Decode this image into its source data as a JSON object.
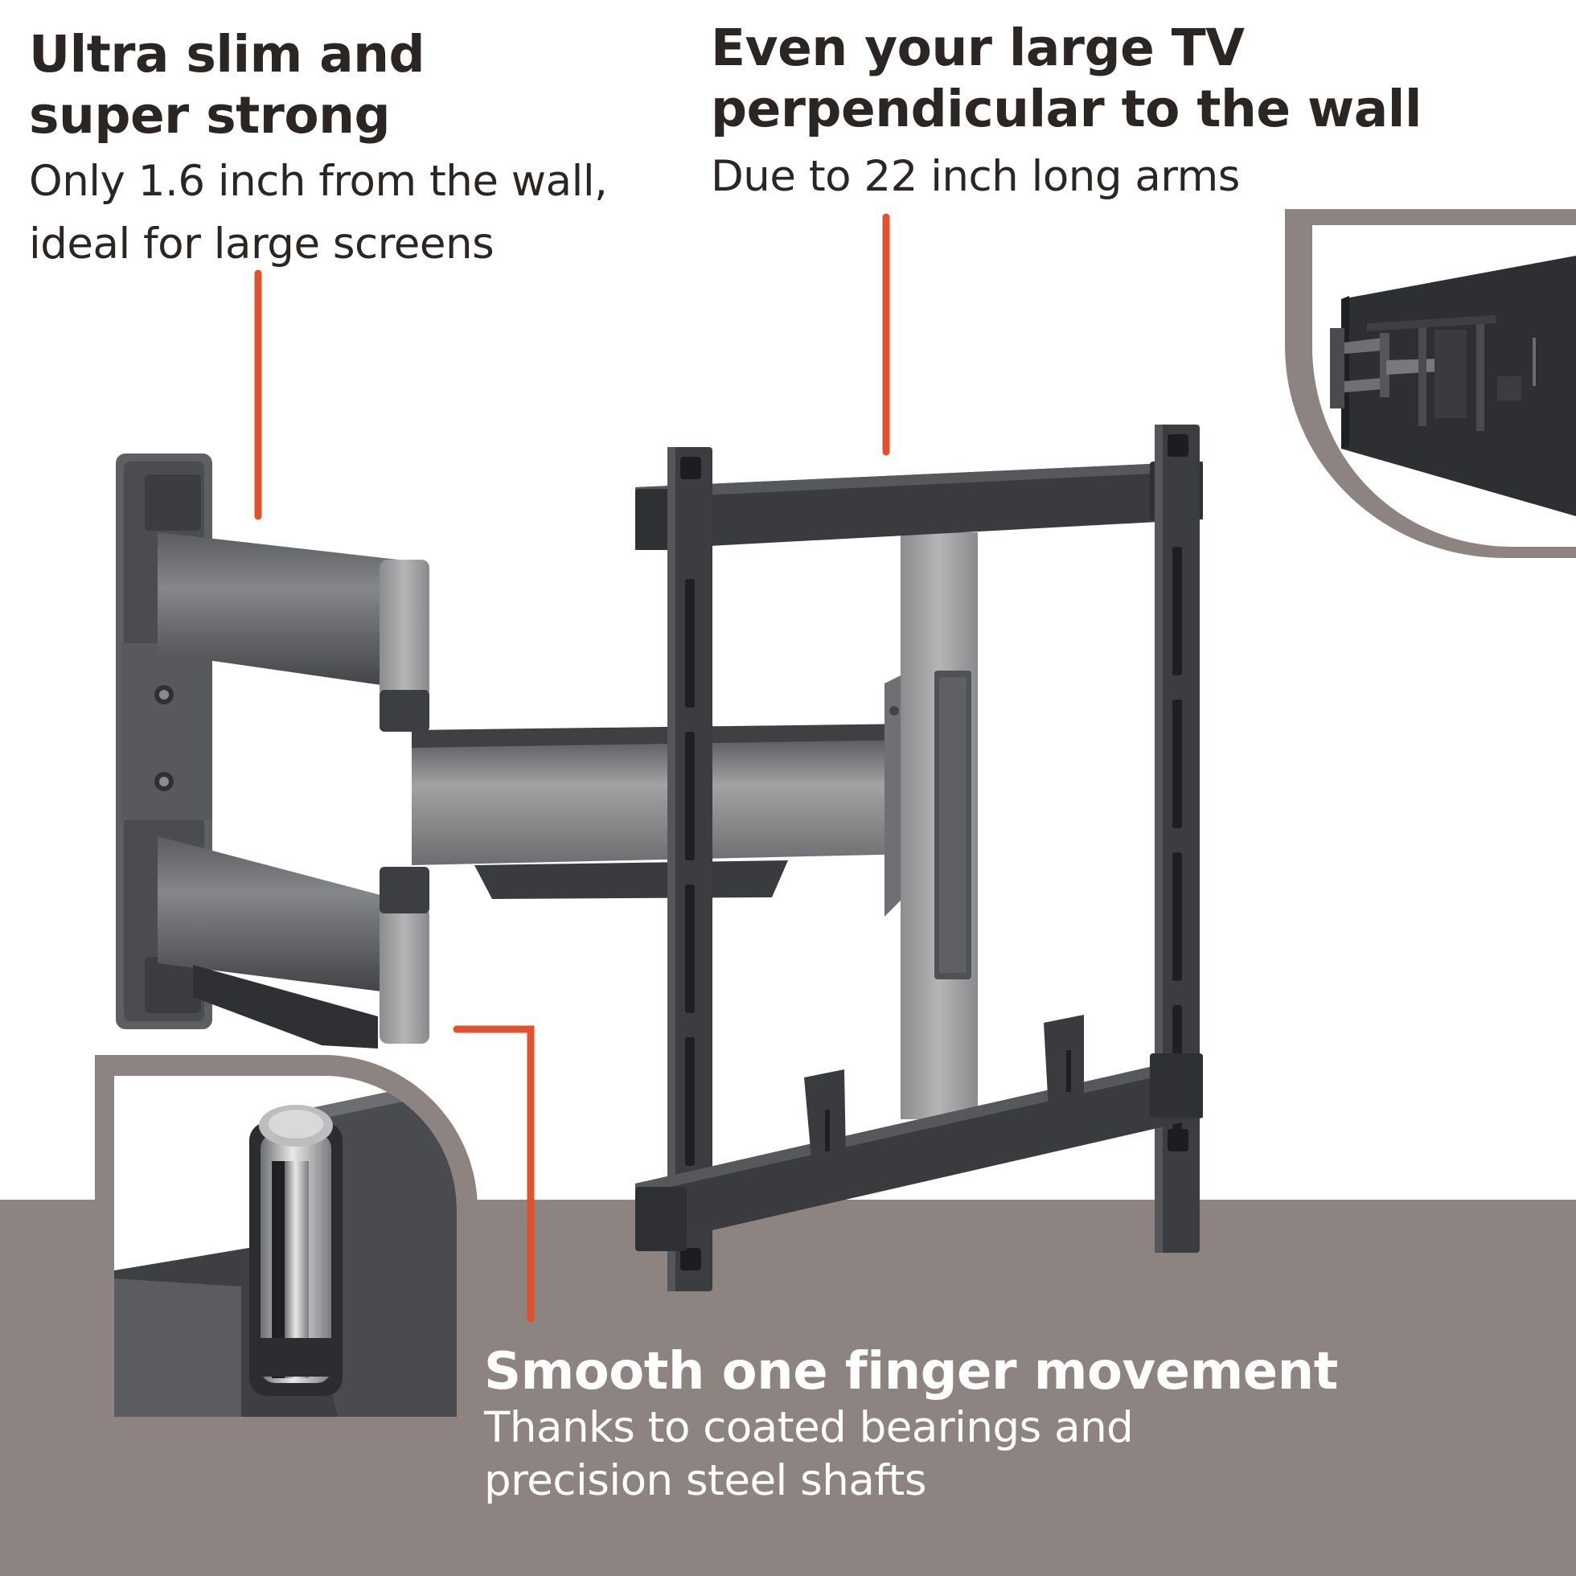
{
  "features": {
    "slim": {
      "title_line1": "Ultra slim and",
      "title_line2": "super strong",
      "desc_line1": "Only 1.6 inch from the wall,",
      "desc_line2": "ideal for large screens"
    },
    "perpendicular": {
      "title_line1": "Even your large TV",
      "title_line2": "perpendicular to the wall",
      "desc_line1": "Due to 22 inch long arms"
    },
    "smooth": {
      "title_line1": "Smooth one finger movement",
      "desc_line1": "Thanks to coated bearings and",
      "desc_line2": "precision steel shafts"
    }
  },
  "colors": {
    "accent_line": "#e0522e",
    "band": "#8d8380",
    "heading_text": "#2b2624",
    "mount_dark": "#3a3b3e",
    "mount_silver": "#9a9a9a"
  },
  "icons": [
    "tv-wall-mount-illustration",
    "perpendicular-tv-inset",
    "bearing-shaft-inset"
  ]
}
